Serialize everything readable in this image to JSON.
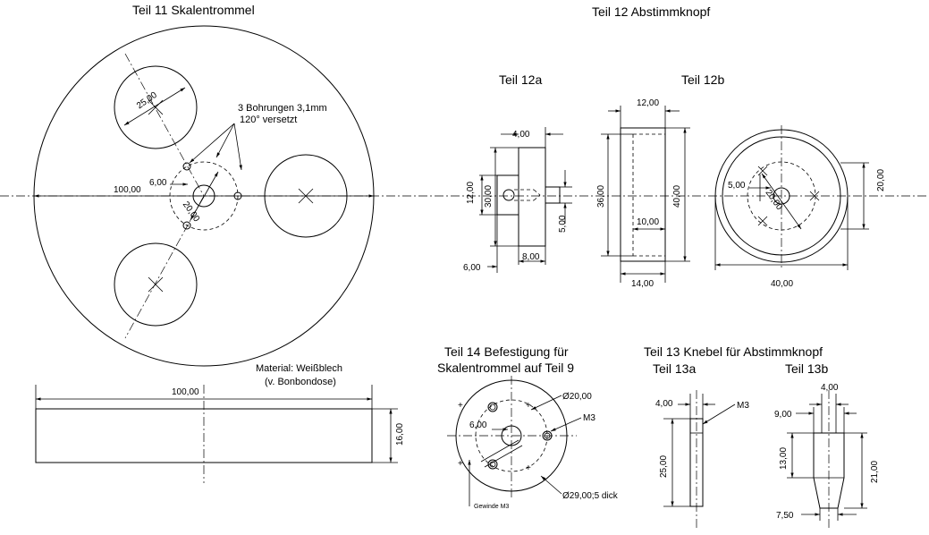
{
  "titles": {
    "teil11": "Teil 11 Skalentrommel",
    "teil12": "Teil 12 Abstimmknopf",
    "teil12a": "Teil 12a",
    "teil12b": "Teil 12b",
    "teil14_l1": "Teil 14 Befestigung für",
    "teil14_l2": "Skalentrommel auf Teil 9",
    "teil13": "Teil 13 Knebel für Abstimmknopf",
    "teil13a": "Teil 13a",
    "teil13b": "Teil 13b"
  },
  "notes": {
    "bohrungen_l1": "3 Bohrungen 3,1mm",
    "bohrungen_l2": "120° versetzt",
    "material_l1": "Material: Weißblech",
    "material_l2": "(v. Bonbondose)",
    "gewinde": "Gewinde M3"
  },
  "dims": {
    "t11_hole": "25,00",
    "t11_6": "6,00",
    "t11_100": "100,00",
    "t11_20": "20,00",
    "t11_side_100": "100,00",
    "t11_side_16": "16,00",
    "t12a_4": "4,00",
    "t12a_12": "12,00",
    "t12a_30": "30,00",
    "t12a_5": "5,00",
    "t12a_6": "6,00",
    "t12a_8": "8,00",
    "t12b_12": "12,00",
    "t12b_36": "36,00",
    "t12b_40": "40,00",
    "t12b_10": "10,00",
    "t12b_14": "14,00",
    "t12c_5": "5,00",
    "t12c_20d": "20,00",
    "t12c_20": "20,00",
    "t12c_40": "40,00",
    "t14_d20": "Ø20,00",
    "t14_6": "6,00",
    "t14_m3": "M3",
    "t14_d29": "Ø29,00;5 dick",
    "t13a_4": "4,00",
    "t13a_m3": "M3",
    "t13a_25": "25,00",
    "t13b_4": "4,00",
    "t13b_9": "9,00",
    "t13b_13": "13,00",
    "t13b_21": "21,00",
    "t13b_7": "7,50"
  }
}
